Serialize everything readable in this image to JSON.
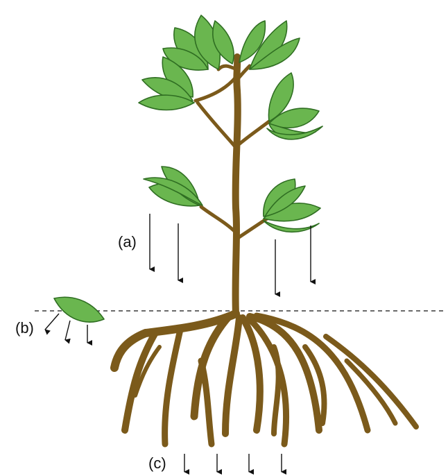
{
  "labels": {
    "a": "(a)",
    "b": "(b)",
    "c": "(c)"
  },
  "colors": {
    "leaf_fill": "#6ab64f",
    "leaf_outline": "#2f6e22",
    "stem_root": "#7b5a1b",
    "arrows": "#111111",
    "ground_line": "#111111"
  }
}
